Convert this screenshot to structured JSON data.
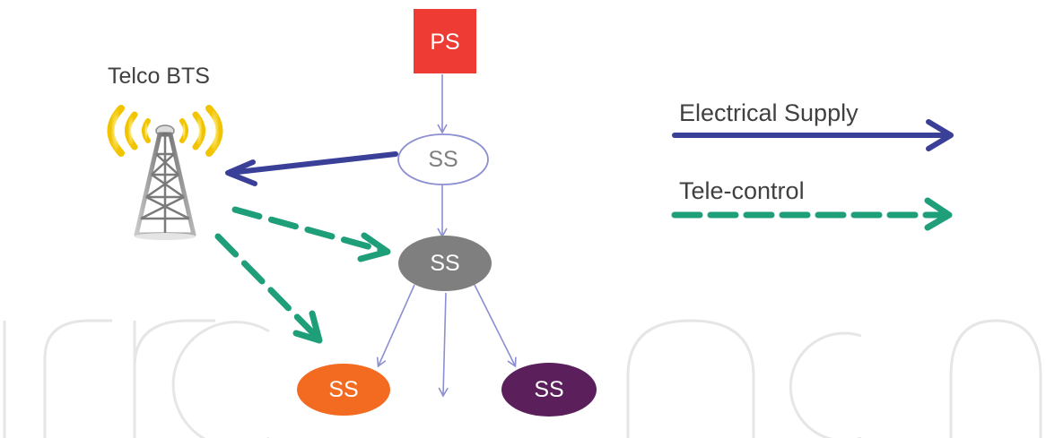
{
  "nodes": {
    "ps": {
      "label": "PS",
      "fill": "#ee3b34",
      "text_color": "#ffffff"
    },
    "ss1": {
      "label": "SS",
      "fill": "#ffffff",
      "stroke": "#8c8fd0",
      "text_color": "#7f7f7f"
    },
    "ss2": {
      "label": "SS",
      "fill": "#7f7f7f",
      "text_color": "#ffffff"
    },
    "ss3": {
      "label": "SS",
      "fill": "#f26b21",
      "text_color": "#ffffff"
    },
    "ss4": {
      "label": "SS",
      "fill": "#5b1f5c",
      "text_color": "#ffffff"
    }
  },
  "bts": {
    "label": "Telco BTS",
    "icon": "radio-tower-icon"
  },
  "legend": {
    "electrical": {
      "label": "Electrical Supply",
      "color": "#3a3f98"
    },
    "telecontrol": {
      "label": "Tele-control",
      "color": "#1f9e7a"
    }
  },
  "colors": {
    "thin_edge": "#8c8fd0",
    "power_arrow": "#3a3f98",
    "control_arrow": "#1f9e7a",
    "watermark": "#e6e6e6"
  }
}
